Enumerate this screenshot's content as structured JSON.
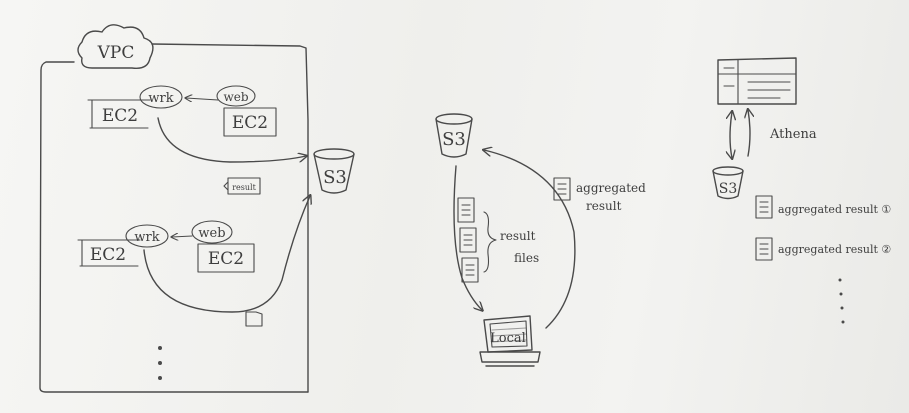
{
  "vpc": {
    "title": "VPC",
    "group1": {
      "ec2_left": "EC2",
      "worker": "wrk",
      "web": "web",
      "ec2_right": "EC2"
    },
    "group2": {
      "ec2_left": "EC2",
      "worker": "wrk",
      "web": "web",
      "ec2_right": "EC2"
    },
    "result_file": "result"
  },
  "s3_vpc": "S3",
  "s3_middle": "S3",
  "middle": {
    "aggregated_line1": "aggregated",
    "aggregated_line2": "result",
    "result_line1": "result",
    "result_line2": "files",
    "local": "Local"
  },
  "right": {
    "athena": "Athena",
    "s3": "S3",
    "result_1": "aggregated result ①",
    "result_2": "aggregated result ②"
  }
}
